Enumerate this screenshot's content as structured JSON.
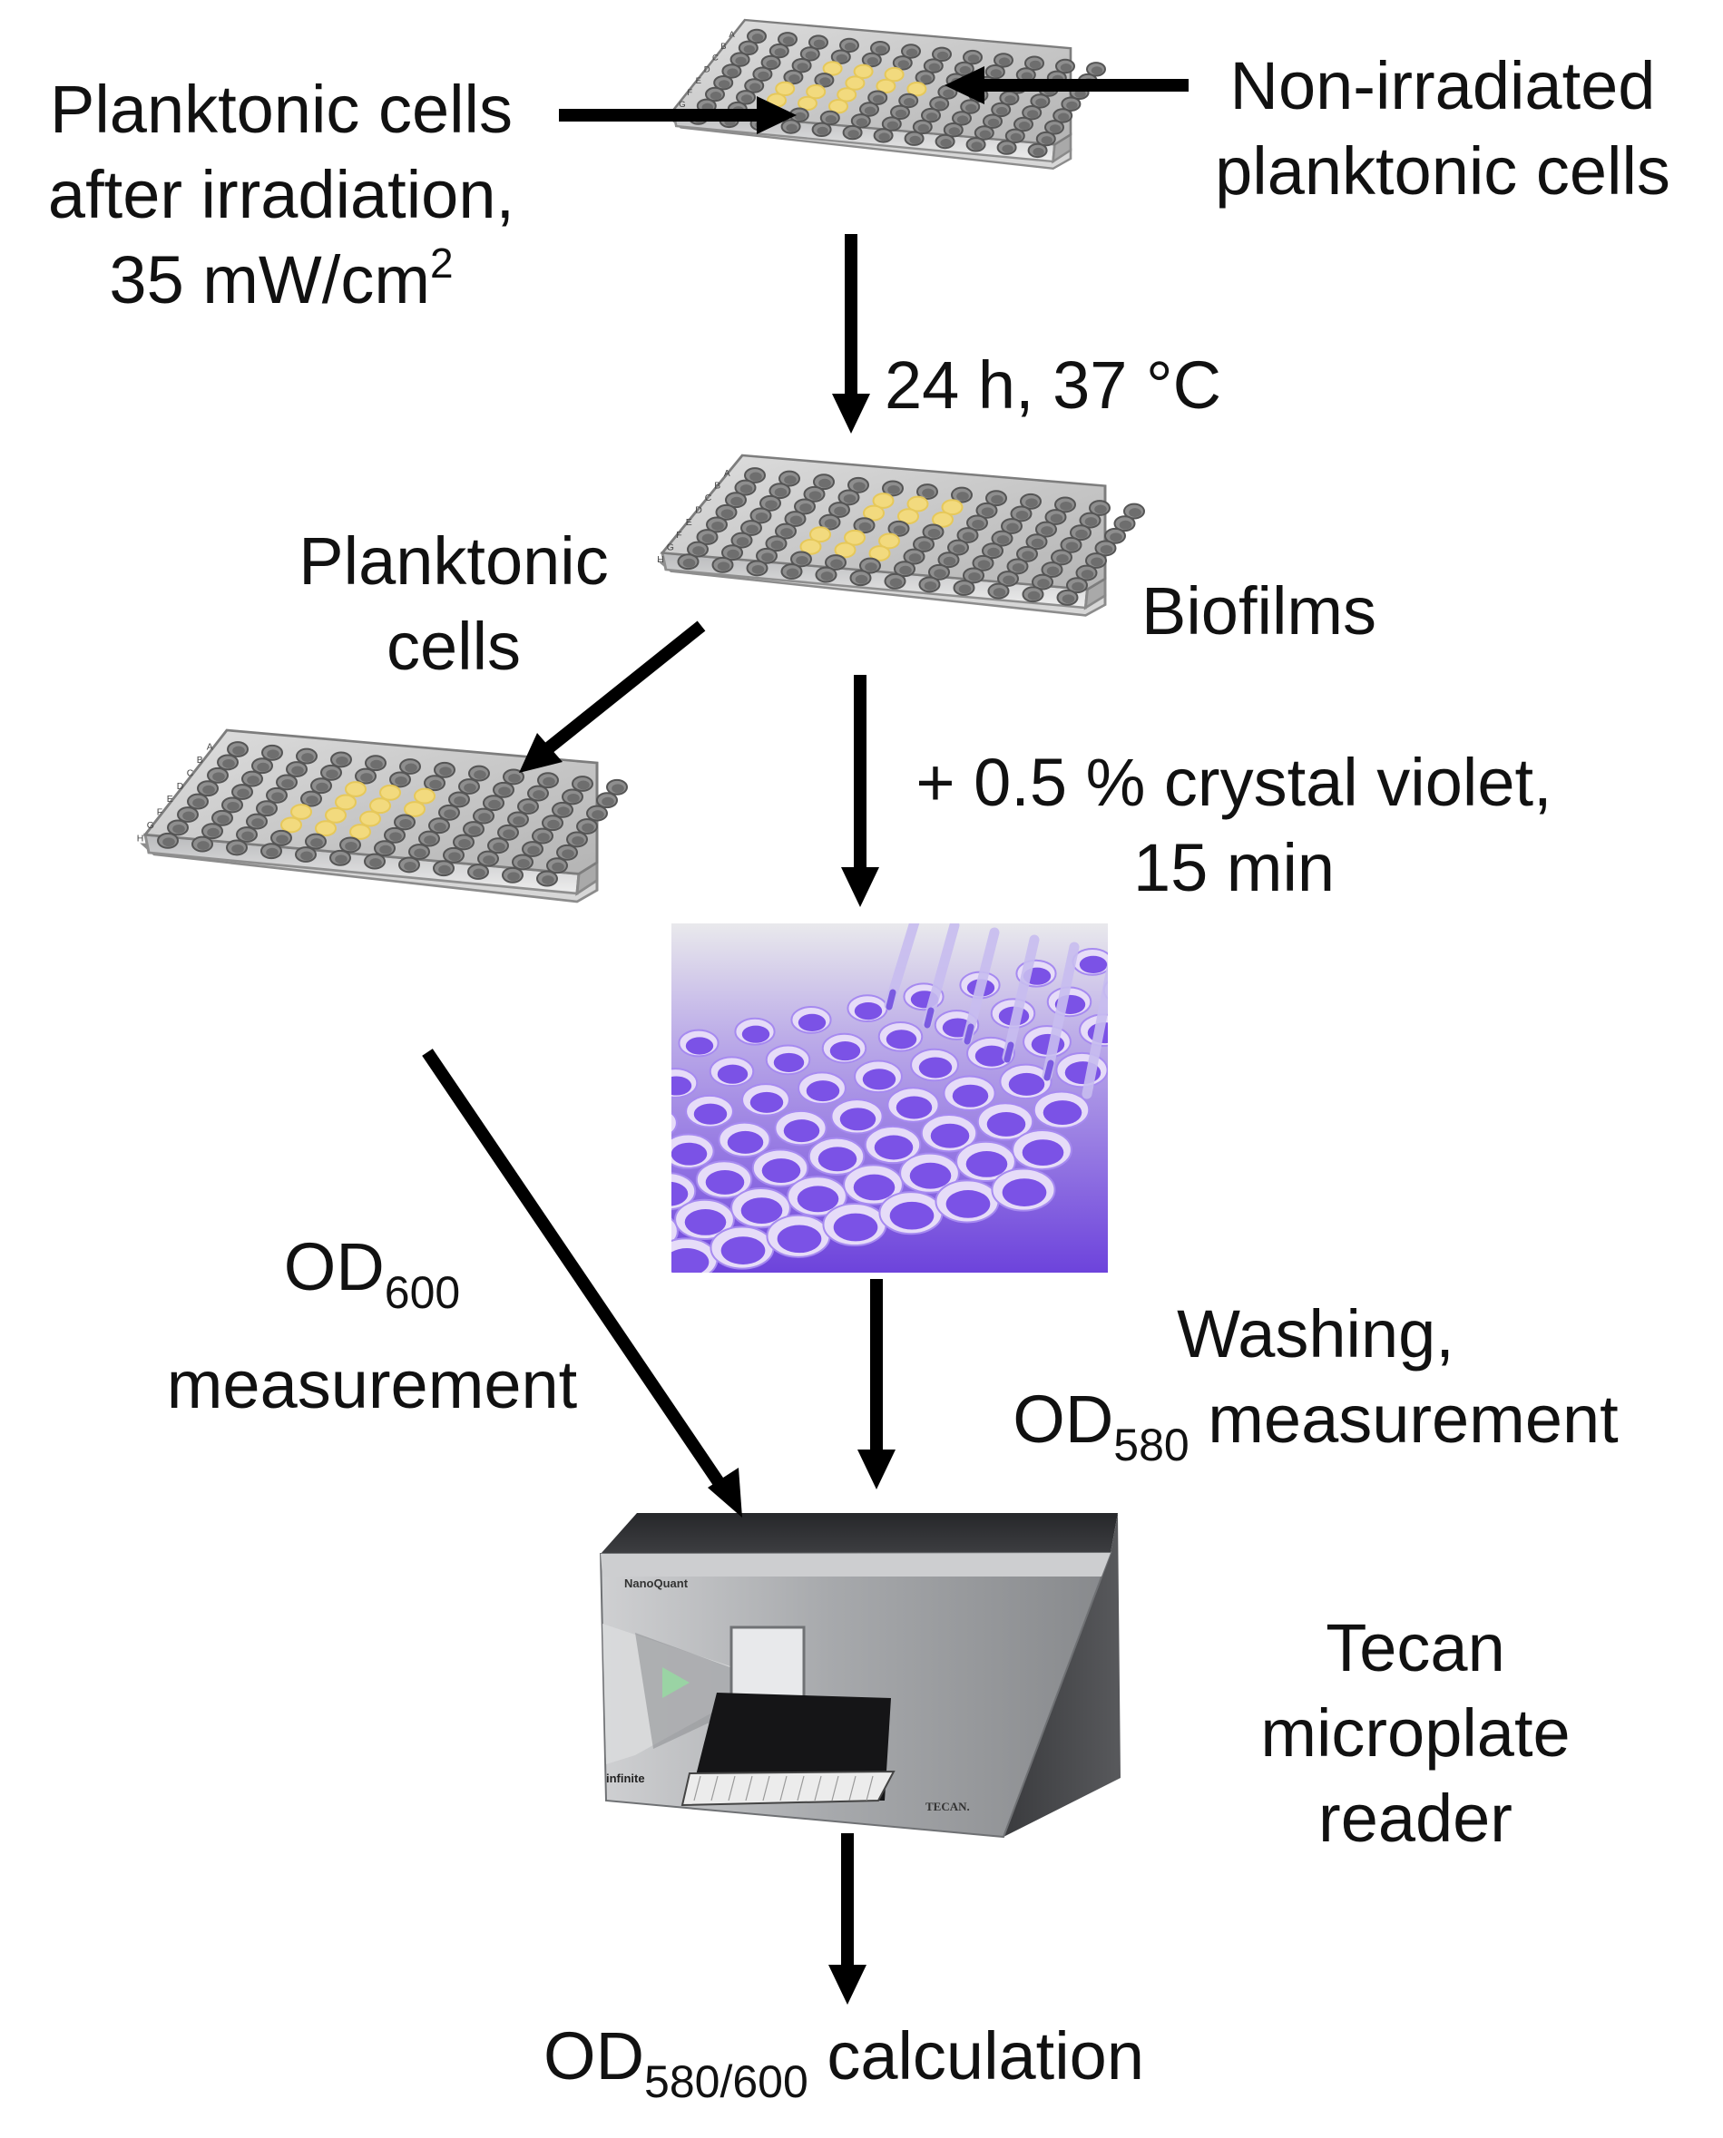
{
  "labels": {
    "planktonic_after_irradiation": {
      "line1": "Planktonic cells",
      "line2": "after irradiation,",
      "line3": "35 mW/cm",
      "line3_sup": "2"
    },
    "non_irradiated": {
      "line1": "Non-irradiated",
      "line2": "planktonic cells"
    },
    "incubation": "24 h, 37 °C",
    "planktonic_cells": {
      "line1": "Planktonic",
      "line2": "cells"
    },
    "biofilms": "Biofilms",
    "crystal_violet": {
      "line1": "+ 0.5 % crystal violet,",
      "line2": "15 min"
    },
    "od600": {
      "prefix": "OD",
      "sub": "600",
      "line2": "measurement"
    },
    "washing": {
      "line1": "Washing,",
      "prefix": "OD",
      "sub": "580",
      "suffix": " measurement"
    },
    "reader": {
      "line1": "Tecan",
      "line2": "microplate",
      "line3": "reader"
    },
    "calculation": {
      "prefix": "OD",
      "sub": "580/600",
      "suffix": " calculation"
    }
  },
  "instrument": {
    "brand_top": "NanoQuant",
    "brand_left": "infinite",
    "brand_right": "TECAN."
  },
  "plate_row_letters": [
    "A",
    "B",
    "C",
    "D",
    "E",
    "F",
    "G",
    "H"
  ],
  "colors": {
    "arrow": "#000000",
    "plate_body": "#c4c4c4",
    "well_dark": "#6e6e6e",
    "well_highlight": "#f2da7e",
    "crystal_violet": "#7b52e6",
    "reader_body": "#9ea0a3",
    "reader_top": "#2c2d30"
  }
}
